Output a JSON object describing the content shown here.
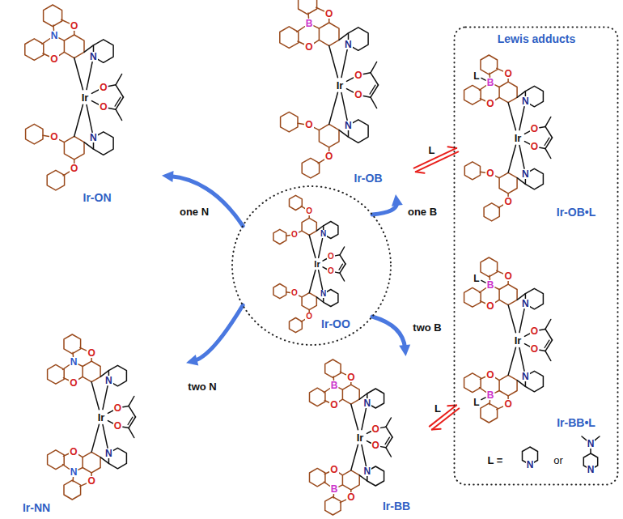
{
  "diagram": {
    "nodes": [
      {
        "text": [
          "Ir-OO"
        ]
      },
      {
        "text": [
          "Ir-ON"
        ]
      },
      {
        "text": [
          "Ir-OB"
        ]
      },
      {
        "text": [
          "Ir-NN"
        ]
      },
      {
        "text": [
          "Ir-BB"
        ]
      },
      {
        "text": [
          "Lewis adducts"
        ]
      },
      {
        "text": [
          "Ir-OB•L"
        ],
        "in": 5
      },
      {
        "text": [
          "Ir-BB•L"
        ],
        "in": 5
      }
    ],
    "edges": [
      {
        "from": 0,
        "to": 1,
        "arrow": "to",
        "label": "one N"
      },
      {
        "from": 0,
        "to": 2,
        "arrow": "to",
        "label": "one B"
      },
      {
        "from": 0,
        "to": 3,
        "arrow": "to",
        "label": "two N"
      },
      {
        "from": 0,
        "to": 4,
        "arrow": "to",
        "label": "two B"
      },
      {
        "from": 2,
        "to": 6,
        "arrow": "both",
        "label": "L"
      },
      {
        "from": 4,
        "to": 7,
        "arrow": "both",
        "label": "L"
      }
    ],
    "labels": [
      "O",
      "N",
      "O",
      "N",
      "Ir",
      "O",
      "O",
      "O",
      "O",
      "N",
      "O",
      "B",
      "O",
      "N",
      "Ir",
      "O",
      "O",
      "O",
      "O",
      "N",
      "L",
      "B",
      "O",
      "O",
      "N",
      "Ir",
      "O",
      "O",
      "O",
      "O",
      "N",
      "O",
      "O",
      "N",
      "Ir",
      "O",
      "O",
      "O",
      "O",
      "N",
      "L",
      "B",
      "O",
      "O",
      "N",
      "Ir",
      "O",
      "O",
      "L",
      "B",
      "O",
      "O",
      "N",
      "O",
      "N",
      "O",
      "N",
      "Ir",
      "O",
      "O",
      "O",
      "N",
      "O",
      "N",
      "O",
      "B",
      "O",
      "N",
      "Ir",
      "O",
      "O",
      "O",
      "B",
      "O",
      "N",
      "L =",
      "N",
      "or",
      "N",
      "N"
    ]
  }
}
